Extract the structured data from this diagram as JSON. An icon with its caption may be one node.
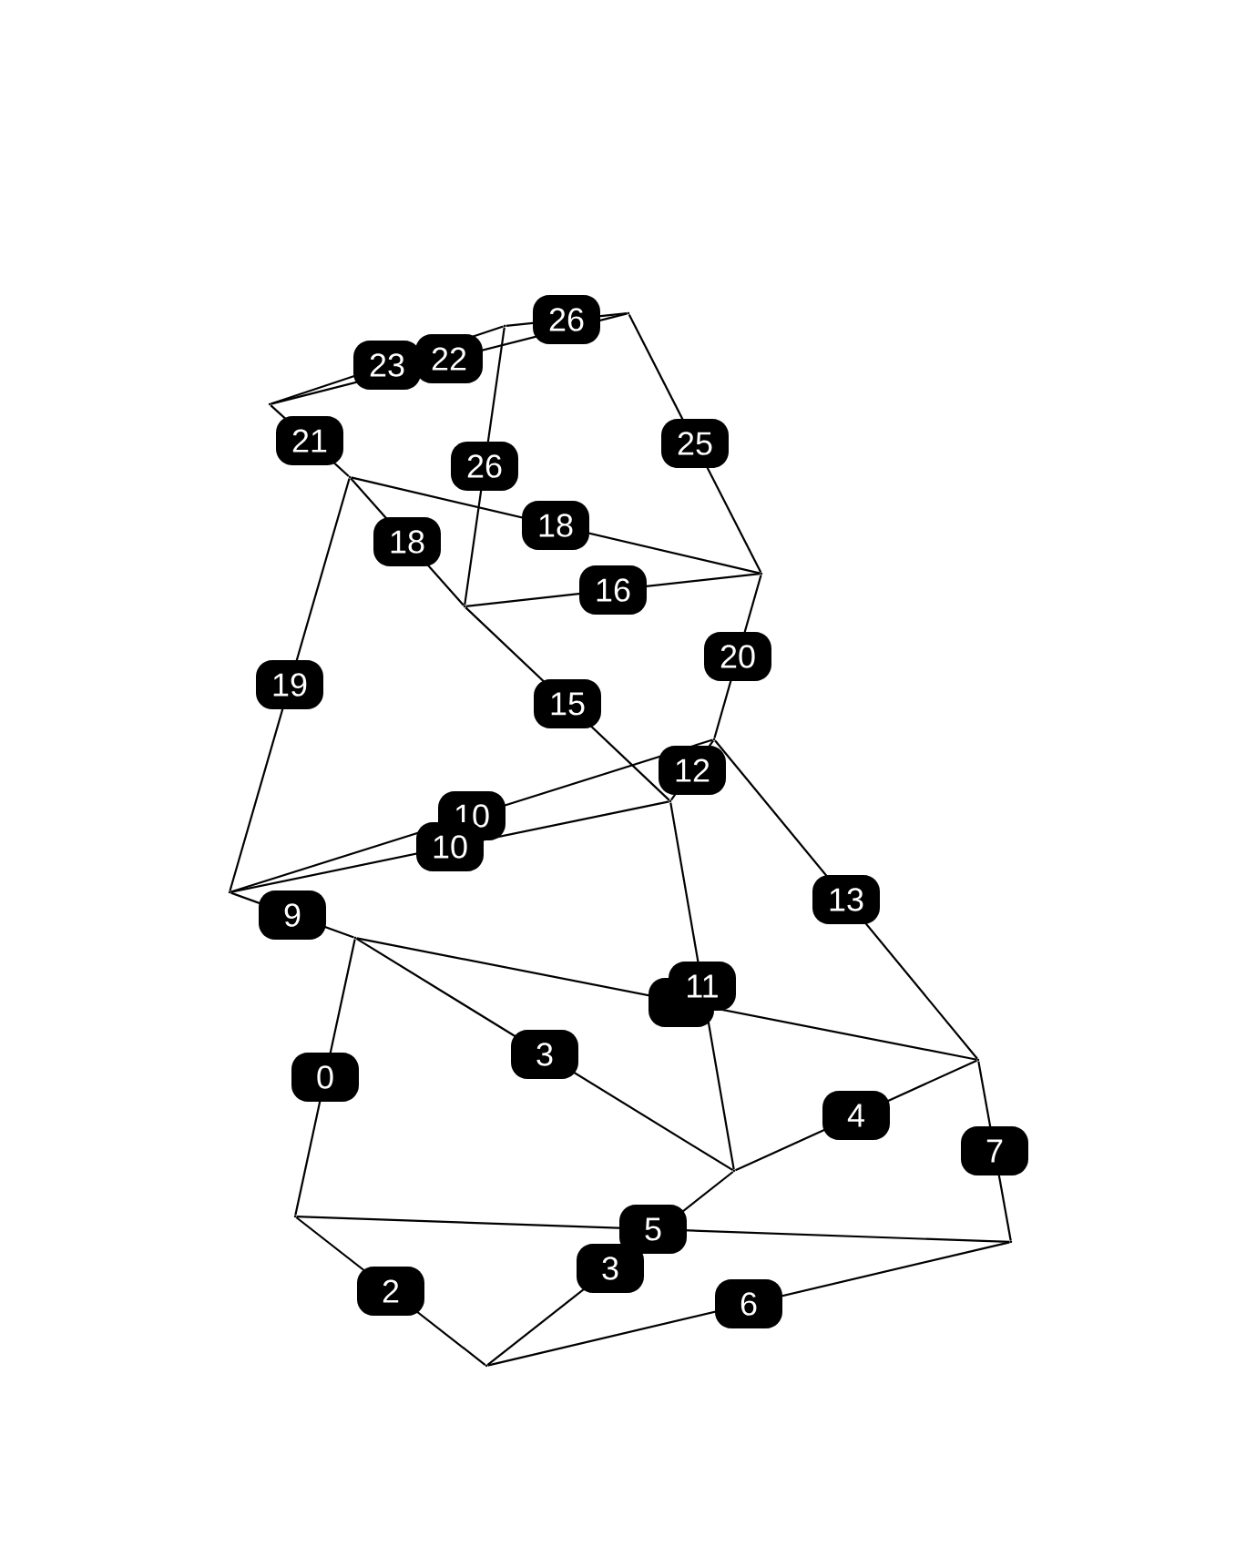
{
  "diagram": {
    "nodes": [
      {
        "text": [],
        "shape": "point"
      },
      {
        "text": [],
        "shape": "point"
      },
      {
        "text": [],
        "shape": "point"
      },
      {
        "text": [],
        "shape": "point"
      },
      {
        "text": [],
        "shape": "point"
      },
      {
        "text": [],
        "shape": "point"
      },
      {
        "text": [],
        "shape": "point"
      },
      {
        "text": [],
        "shape": "point"
      },
      {
        "text": [],
        "shape": "point"
      },
      {
        "text": [],
        "shape": "point"
      },
      {
        "text": [],
        "shape": "point"
      },
      {
        "text": [],
        "shape": "point"
      },
      {
        "text": [],
        "shape": "point"
      },
      {
        "text": [],
        "shape": "point"
      },
      {
        "text": [],
        "shape": "point"
      }
    ],
    "edges": [
      {
        "from": 8,
        "to": 9,
        "arrow": "none",
        "label": "9"
      },
      {
        "from": 9,
        "to": 12,
        "arrow": "none",
        "label": "0"
      },
      {
        "from": 12,
        "to": 14,
        "arrow": "none",
        "label": "2"
      },
      {
        "from": 9,
        "to": 11,
        "arrow": "none",
        "label": "3"
      },
      {
        "from": 12,
        "to": 13,
        "arrow": "none",
        "label": "5"
      },
      {
        "from": 14,
        "to": 11,
        "arrow": "none",
        "label": "3"
      },
      {
        "from": 14,
        "to": 13,
        "arrow": "none",
        "label": "6"
      },
      {
        "from": 11,
        "to": 10,
        "arrow": "none",
        "label": "4"
      },
      {
        "from": 10,
        "to": 13,
        "arrow": "none",
        "label": "7"
      },
      {
        "from": 8,
        "to": 6,
        "arrow": "none",
        "label": "10"
      },
      {
        "from": 8,
        "to": 7,
        "arrow": "none",
        "label": "10"
      },
      {
        "from": 9,
        "to": 10,
        "arrow": "none"
      },
      {
        "from": 7,
        "to": 11,
        "arrow": "none",
        "label": "11"
      },
      {
        "from": 6,
        "to": 7,
        "arrow": "none",
        "label": "12"
      },
      {
        "from": 6,
        "to": 10,
        "arrow": "none",
        "label": "13"
      },
      {
        "from": 5,
        "to": 7,
        "arrow": "none",
        "label": "15"
      },
      {
        "from": 5,
        "to": 4,
        "arrow": "none",
        "label": "16"
      },
      {
        "from": 3,
        "to": 5,
        "arrow": "none",
        "label": "18"
      },
      {
        "from": 3,
        "to": 4,
        "arrow": "none",
        "label": "18"
      },
      {
        "from": 8,
        "to": 3,
        "arrow": "none",
        "label": "19"
      },
      {
        "from": 4,
        "to": 6,
        "arrow": "none",
        "label": "20"
      },
      {
        "from": 2,
        "to": 3,
        "arrow": "none",
        "label": "21"
      },
      {
        "from": 2,
        "to": 1,
        "arrow": "none",
        "label": "23"
      },
      {
        "from": 2,
        "to": 0,
        "arrow": "none",
        "label": "22"
      },
      {
        "from": 0,
        "to": 4,
        "arrow": "none",
        "label": "25"
      },
      {
        "from": 1,
        "to": 0,
        "arrow": "none",
        "label": "26"
      },
      {
        "from": 1,
        "to": 5,
        "arrow": "none",
        "label": "26"
      }
    ]
  }
}
